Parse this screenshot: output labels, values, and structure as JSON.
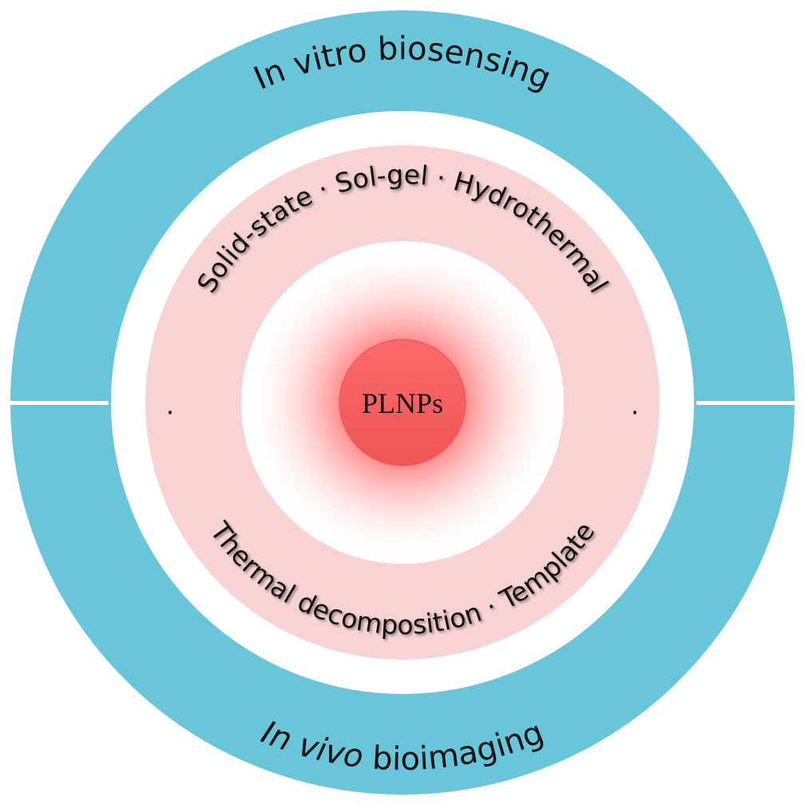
{
  "diagram": {
    "core_label": "PLNPs",
    "outer_ring": {
      "top": {
        "italic": "In vitro",
        "rest": " biosensing"
      },
      "bottom": {
        "italic": "In vivo",
        "rest": " bioimaging"
      }
    },
    "synthesis_ring": {
      "top_text": "Solid-state · Sol-gel · Hydrothermal",
      "bottom_text": "Thermal decomposition · Template",
      "separator": "·",
      "methods": [
        "Solid-state",
        "Sol-gel",
        "Hydrothermal",
        "Thermal decomposition",
        "Template"
      ]
    },
    "colors": {
      "outer_ring": "#69c6da",
      "synthesis_ring": "#f9d3d3",
      "core": "#f96262",
      "glow": "#ff6e6e",
      "divider": "#ffffff"
    }
  }
}
